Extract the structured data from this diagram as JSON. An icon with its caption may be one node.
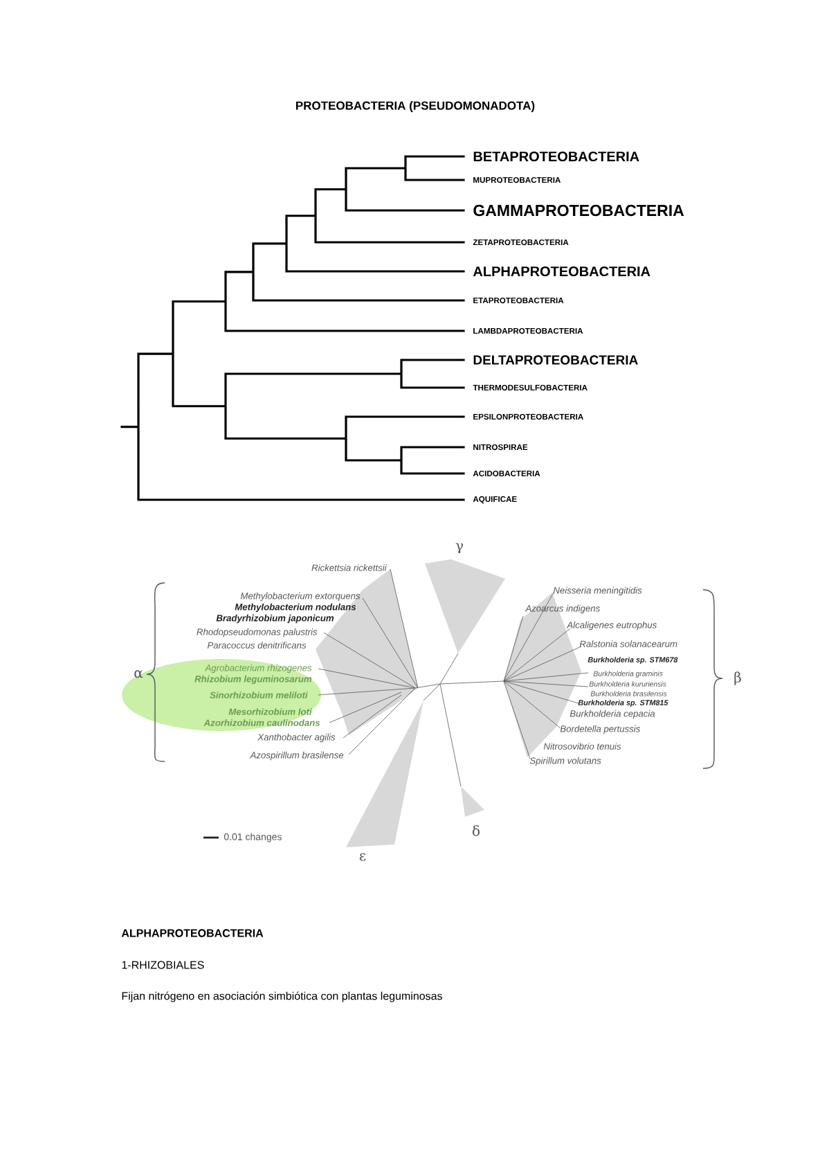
{
  "diagram": {
    "title": "PROTEOBACTERIA (PSEUDOMONADOTA)",
    "labels": [
      "BETAPROTEOBACTERIA",
      "MUPROTEOBACTERIA",
      "GAMMAPROTEOBACTERIA",
      "ZETAPROTEOBACTERIA",
      "ALPHAPROTEOBACTERIA",
      "ETAPROTEOBACTERIA",
      "LAMBDAPROTEOBACTERIA",
      "DELTAPROTEOBACTERIA",
      "THERMODESULFOBACTERIA",
      "EPSILONPROTEOBACTERIA",
      "NITROSPIRAE",
      "ACIDOBACTERIA",
      "AQUIFICAE",
      "γ",
      "Rickettsia rickettsii",
      "Neisseria meningitidis",
      "Methylobacterium extorquens",
      "Azoarcus indigens",
      "Methylobacterium nodulans",
      "Bradyrhizobium japonicum",
      "Alcaligenes eutrophus",
      "Rhodopseudomonas palustris",
      "Ralstonia solanacearum",
      "Paracoccus denitrificans",
      "Burkholderia sp. STM678",
      "Agrobacterium rhizogenes",
      "α",
      "Burkholderia graminis",
      "β",
      "Rhizobium leguminosarum",
      "Burkholderia kururiensis",
      "Burkholderia brasilensis",
      "Sinorhizobium meliloti",
      "Burkholderia sp. STM815",
      "Mesorhizobium loti",
      "Burkholderia cepacia",
      "Azorhizobium caulinodans",
      "Bordetella pertussis",
      "Xanthobacter agilis",
      "Nitrosovibrio tenuis",
      "Azospirillum brasilense",
      "Spirillum volutans",
      "δ",
      "0.01 changes",
      "ε",
      "ALPHAPROTEOBACTERIA",
      "1-RHIZOBIALES",
      "Fijan nitrógeno en asociación simbiótica con plantas leguminosas"
    ]
  }
}
